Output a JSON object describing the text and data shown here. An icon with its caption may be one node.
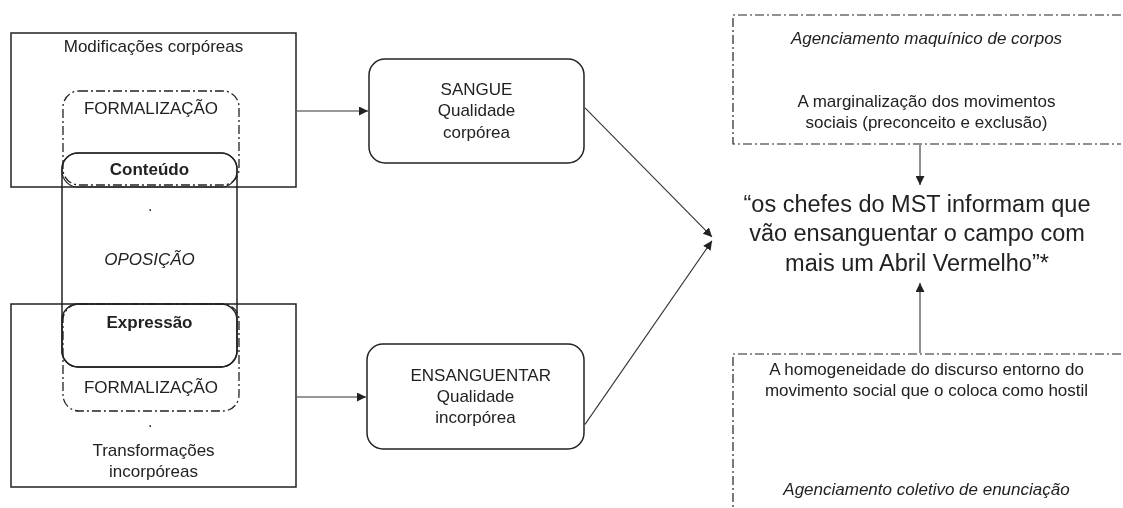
{
  "diagram": {
    "nodes": [
      {
        "text": [
          "Modificações corpóreas"
        ]
      },
      {
        "text": [
          "FORMALIZAÇÃO"
        ],
        "in": 0
      },
      {
        "text": [
          "OPOSIÇÃO"
        ]
      },
      {
        "text": [
          "Conteúdo"
        ]
      },
      {
        "text": [
          "Expressão"
        ]
      },
      {
        "text": [
          "Transformações incorpóreas"
        ]
      },
      {
        "text": [
          "FORMALIZAÇÃO"
        ],
        "in": 5
      },
      {
        "text": [
          "SANGUE",
          "Qualidade corpórea"
        ]
      },
      {
        "text": [
          "ENSANGUENTAR",
          "Qualidade incorpórea"
        ]
      },
      {
        "text": [
          "Agenciamento maquínico de corpos",
          "A marginalização dos movimentos sociais (preconceito e exclusão)"
        ]
      },
      {
        "text": [
          "“os chefes do MST informam que vão ensanguentar o campo com mais um Abril Vermelho”*"
        ]
      },
      {
        "text": [
          "A homogeneidade do discurso entorno do movimento social que o coloca como hostil",
          "Agenciamento coletivo de enunciação"
        ]
      }
    ],
    "edges": [
      {
        "from": 0,
        "to": 7,
        "arrow": "to"
      },
      {
        "from": 5,
        "to": 8,
        "arrow": "to"
      },
      {
        "from": 7,
        "to": 10,
        "arrow": "to"
      },
      {
        "from": 8,
        "to": 10,
        "arrow": "to"
      },
      {
        "from": 9,
        "to": 10,
        "arrow": "to"
      },
      {
        "from": 11,
        "to": 10,
        "arrow": "to"
      }
    ],
    "labels": [
      ".",
      "."
    ]
  }
}
